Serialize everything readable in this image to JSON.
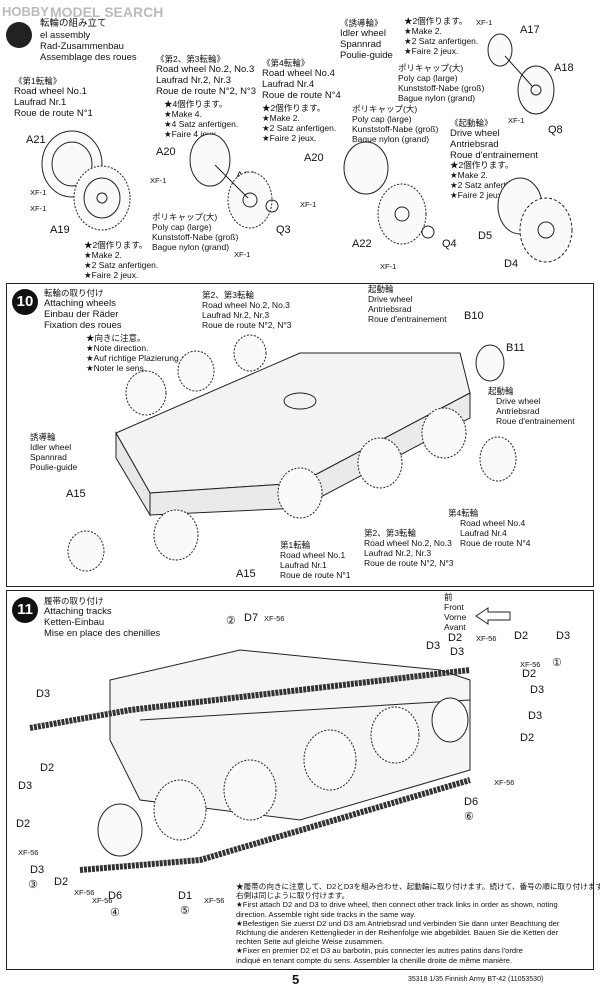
{
  "watermark": {
    "text": "MODEL SEARCH",
    "logo_text": "HOBBY"
  },
  "step9": {
    "title_ja": "転輪の組み立て",
    "title_en_partial": "el assembly",
    "title_de": "Rad-Zusammenbau",
    "title_fr": "Assemblage des roues",
    "w1": {
      "ja": "《第1転輪》",
      "en": "Road wheel No.1",
      "de": "Laufrad Nr.1",
      "fr": "Roue de route N°1"
    },
    "w23": {
      "ja": "《第2、第3転輪》",
      "en": "Road wheel No.2, No.3",
      "de": "Laufrad Nr.2, Nr.3",
      "fr": "Roue de route N°2, N°3",
      "make_ja": "★4個作ります。",
      "make_en": "★Make 4.",
      "make_de": "★4 Satz anfertigen.",
      "make_fr": "★Faire 4 jeux."
    },
    "w4": {
      "ja": "《第4転輪》",
      "en": "Road wheel No.4",
      "de": "Laufrad Nr.4",
      "fr": "Roue de route N°4",
      "make_ja": "★2個作ります。",
      "make_en": "★Make 2.",
      "make_de": "★2 Satz anfertigen.",
      "make_fr": "★Faire 2 jeux."
    },
    "idler": {
      "ja": "《誘導輪》",
      "en": "Idler wheel",
      "de": "Spannrad",
      "fr": "Poulie-guide",
      "make_ja": "★2個作ります。",
      "make_en": "★Make 2.",
      "make_de": "★2 Satz anfertigen.",
      "make_fr": "★Faire 2 jeux."
    },
    "drive": {
      "ja": "《起動輪》",
      "en": "Drive wheel",
      "de": "Antriebsrad",
      "fr": "Roue d'entrainement",
      "make_ja": "★2個作ります。",
      "make_en": "★Make 2.",
      "make_de": "★2 Satz anfertigen.",
      "make_fr": "★Faire 2 jeux."
    },
    "make1": {
      "ja": "★2個作ります。",
      "en": "★Make 2.",
      "de": "★2 Satz anfertigen.",
      "fr": "★Faire 2 jeux."
    },
    "polycap": {
      "ja": "ポリキャップ(大)",
      "en": "Poly cap (large)",
      "de": "Kunststoff-Nabe (groß)",
      "fr": "Bague nylon (grand)"
    },
    "polycap2": {
      "ja": "ポリキャップ(大)",
      "en": "Poly cap (large)",
      "de": "Kunststoff-Nabe (groß)",
      "fr": "Bague nylon (grand)"
    },
    "polycap3": {
      "ja": "ポリキャップ(大)",
      "en": "Poly cap (large)",
      "de": "Kunststoff-Nabe (groß)",
      "fr": "Bague nylon (grand)"
    },
    "parts": {
      "a21": "A21",
      "a19": "A19",
      "a20": "A20",
      "a22": "A22",
      "q3": "Q3",
      "a20b": "A20",
      "a22b": "A22",
      "q4": "Q4",
      "a17": "A17",
      "a18": "A18",
      "q8": "Q8",
      "d5": "D5",
      "d4": "D4"
    },
    "paint": "XF-1"
  },
  "step10": {
    "number": "10",
    "title_ja": "転輪の取り付け",
    "title_en": "Attaching wheels",
    "title_de": "Einbau der Räder",
    "title_fr": "Fixation des roues",
    "note": {
      "ja": "★向きに注意。",
      "en": "★Note direction.",
      "de": "★Auf richtige Plazierung achten.",
      "fr": "★Noter le sens."
    },
    "w23": {
      "ja": "第2、第3転輪",
      "en": "Road wheel No.2, No.3",
      "de": "Laufrad Nr.2, Nr.3",
      "fr": "Roue de route N°2, N°3"
    },
    "w23b": {
      "ja": "第2、第3転輪",
      "en": "Road wheel No.2, No.3",
      "de": "Laufrad Nr.2, Nr.3",
      "fr": "Roue de route N°2, N°3"
    },
    "drive": {
      "ja": "起動輪",
      "en": "Drive wheel",
      "de": "Antriebsrad",
      "fr": "Roue d'entrainement"
    },
    "drive2": {
      "ja": "起動輪",
      "en": "Drive wheel",
      "de": "Antriebsrad",
      "fr": "Roue d'entrainement"
    },
    "idler": {
      "ja": "誘導輪",
      "en": "Idler wheel",
      "de": "Spannrad",
      "fr": "Poulie-guide"
    },
    "w1": {
      "ja": "第1転輪",
      "en": "Road wheel No.1",
      "de": "Laufrad Nr.1",
      "fr": "Roue de route N°1"
    },
    "w4": {
      "ja": "第4転輪",
      "en": "Road wheel No.4",
      "de": "Laufrad Nr.4",
      "fr": "Roue de route N°4"
    },
    "parts": {
      "b10": "B10",
      "b11": "B11",
      "a15": "A15",
      "a15b": "A15"
    }
  },
  "step11": {
    "number": "11",
    "title_ja": "履帯の取り付け",
    "title_en": "Attaching tracks",
    "title_de": "Ketten-Einbau",
    "title_fr": "Mise en place des chenilles",
    "front": {
      "ja": "前",
      "en": "Front",
      "de": "Vorne",
      "fr": "Avant"
    },
    "parts": {
      "d2": "D2",
      "d3": "D3",
      "d6": "D6",
      "d1": "D1",
      "d7": "D7"
    },
    "paint": "XF-56",
    "circles": [
      "①",
      "②",
      "③",
      "④",
      "⑤",
      "⑥"
    ],
    "instructions": [
      "★履帯の向きに注意して、D2とD3を組み合わせ、起動輪に取り付けます。続けて、番号の順に取り付けます。",
      "右側は同じように取り付けます。",
      "★First attach D2 and D3 to drive wheel, then connect other track links in order as shown, noting",
      "direction. Assemble right side tracks in the same way.",
      "★Befestigen Sie zuerst D2 und D3 am Antriebsrad und verbinden Sie dann unter Beachtung der",
      "Richtung die anderen Kettenglieder in der Reihenfolge wie abgebildet. Bauen Sie die Ketten der",
      "rechten Seite auf gleiche Weise zusammen.",
      "★Fixer en premier D2 et D3 au barbotin, puis connecter les autres patins dans l'ordre",
      "indiqué en tenant compte du sens. Assembler la chenille droite de même manière."
    ]
  },
  "footer": {
    "page": "5",
    "code": "35318",
    "title": "1/35 Finnish Army BT-42 (11053530)"
  }
}
